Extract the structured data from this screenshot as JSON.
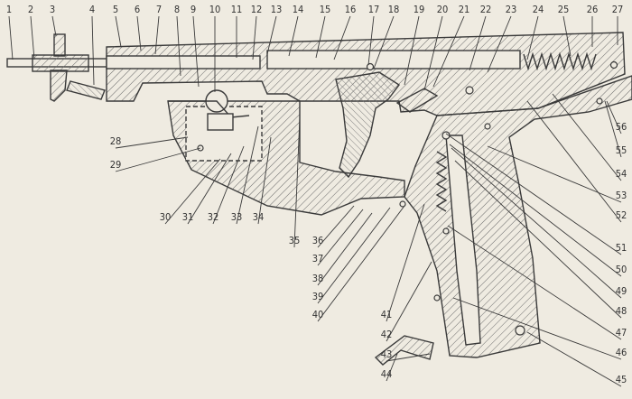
{
  "figure": {
    "labels": [
      "1",
      "2",
      "3",
      "4",
      "5",
      "6",
      "7",
      "8",
      "9",
      "10",
      "11",
      "12",
      "13",
      "14",
      "15",
      "16",
      "17",
      "18",
      "19",
      "20",
      "21",
      "22",
      "23",
      "24",
      "25",
      "26",
      "27",
      "28",
      "29",
      "30",
      "31",
      "32",
      "33",
      "34",
      "35",
      "36",
      "37",
      "38",
      "39",
      "40",
      "41",
      "42",
      "43",
      "44",
      "45",
      "46",
      "47",
      "48",
      "49",
      "50",
      "51",
      "52",
      "53",
      "54",
      "55",
      "56"
    ],
    "colors": {
      "paper": "#efebe1",
      "ink": "#3a3a3a",
      "hatch": "#6b6b6b"
    }
  }
}
